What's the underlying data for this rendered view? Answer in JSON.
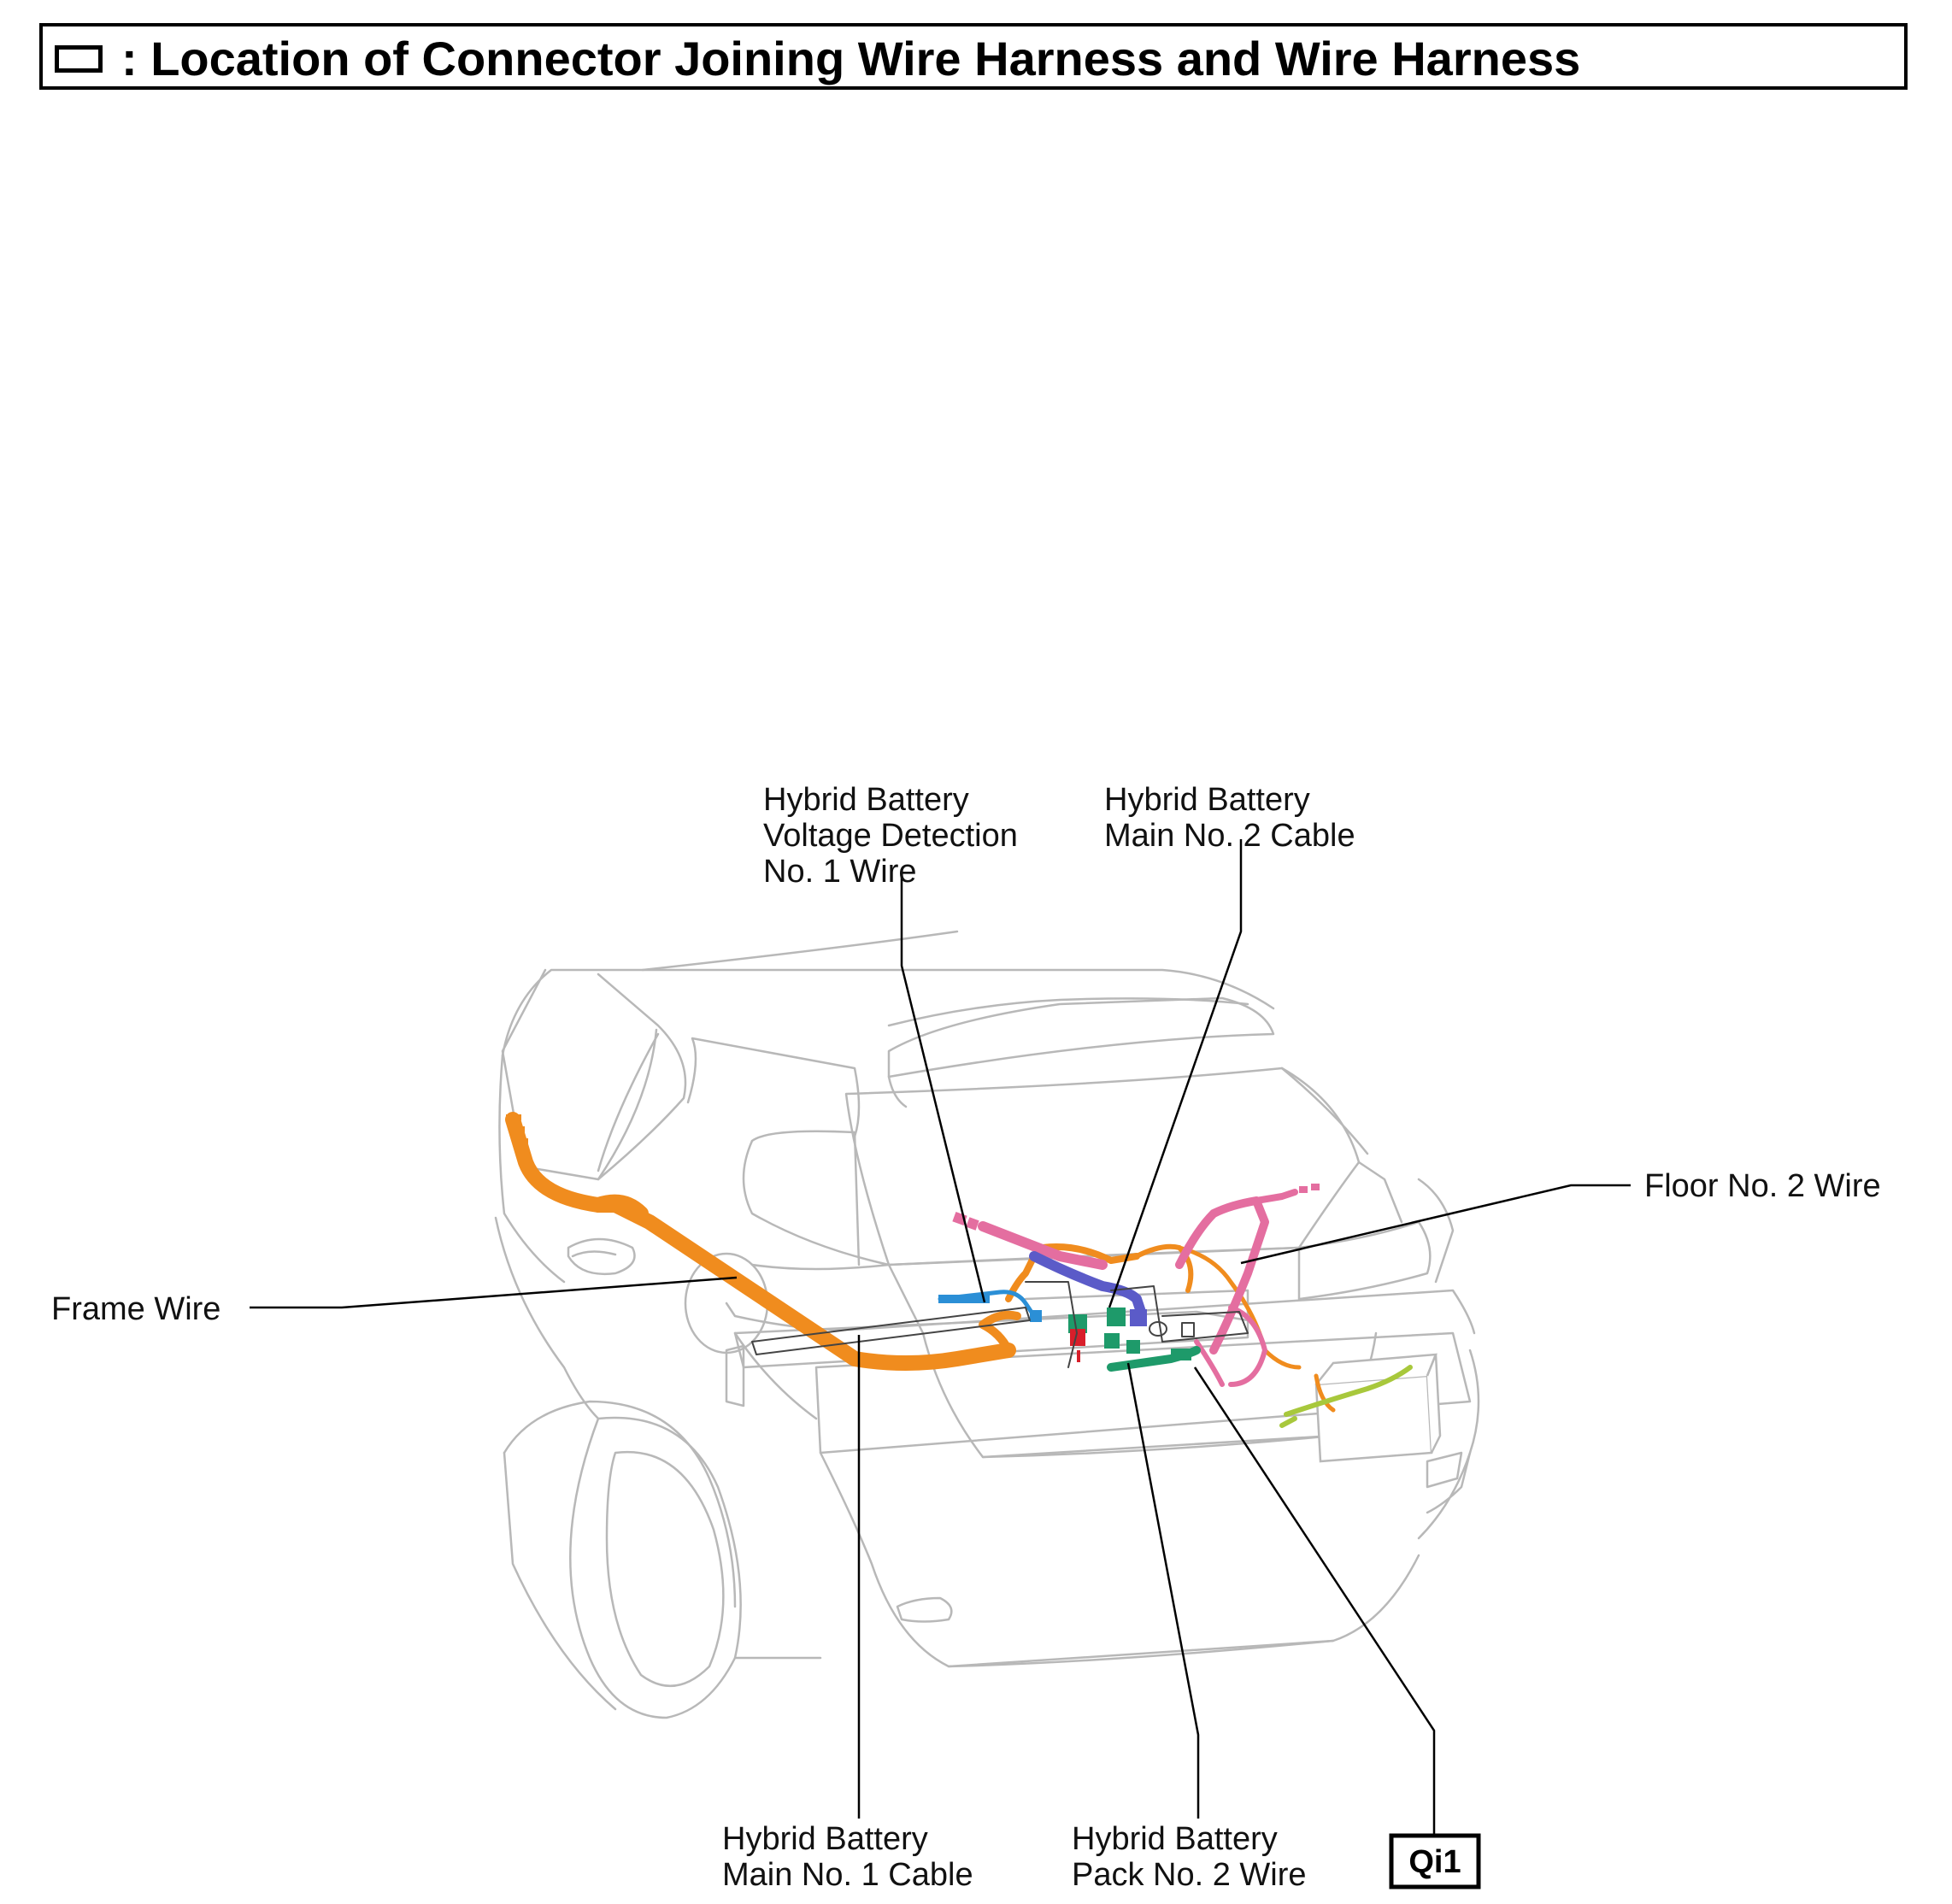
{
  "title": ": Location of Connector Joining Wire Harness and Wire Harness",
  "labels": {
    "voltage_detection": [
      "Hybrid Battery",
      "Voltage Detection",
      "No. 1 Wire"
    ],
    "main_no2_cable": [
      "Hybrid Battery",
      "Main No. 2 Cable"
    ],
    "floor_no2_wire": [
      "Floor No. 2 Wire"
    ],
    "frame_wire": [
      "Frame Wire"
    ],
    "main_no1_cable": [
      "Hybrid Battery",
      "Main No. 1 Cable"
    ],
    "pack_no2_wire": [
      "Hybrid Battery",
      "Pack No. 2 Wire"
    ]
  },
  "code": "Qi1",
  "colors": {
    "frame_wire": "#f08c1e",
    "floor_wire": "#e46ea0",
    "voltage_wire": "#2b8fd6",
    "main_no2_cable": "#5b5bc8",
    "pack_wire": "#1e9a6a",
    "red_connector": "#d81e2a",
    "battery_wire": "#a8c83c",
    "car_outline": "#b8b8b8"
  }
}
